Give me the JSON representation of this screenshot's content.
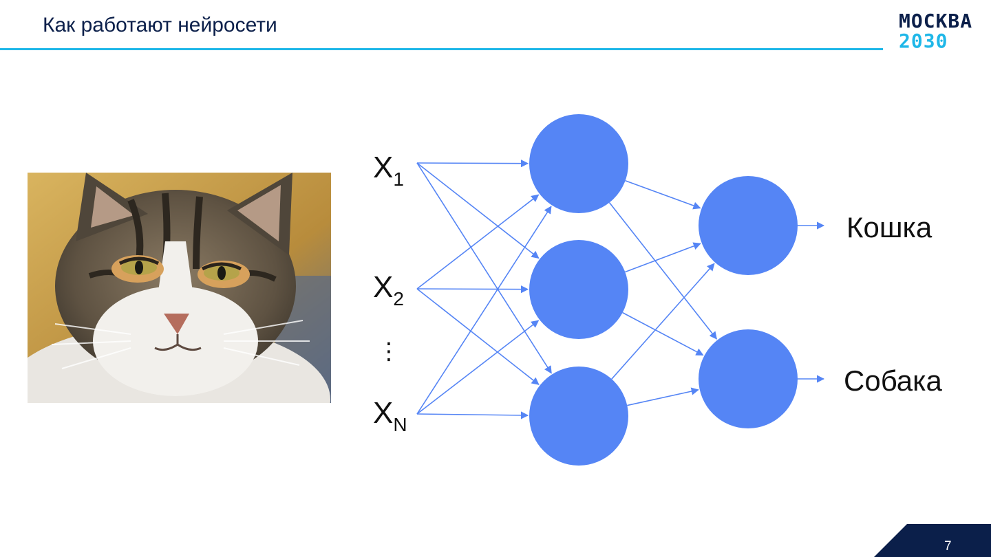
{
  "header": {
    "title": "Как работают нейросети"
  },
  "logo": {
    "line1": "МОСКВА",
    "line2": "2030"
  },
  "diagram": {
    "inputs": [
      {
        "base": "X",
        "sub": "1"
      },
      {
        "base": "X",
        "sub": "2"
      },
      {
        "base": "X",
        "sub": "N"
      }
    ],
    "ellipsis": "⋮",
    "outputs": [
      "Кошка",
      "Собака"
    ],
    "colors": {
      "node": "#5585f5",
      "edge": "#5585f5"
    }
  },
  "footer": {
    "page_number": "7",
    "corner_color": "#0b1f4a"
  },
  "colors": {
    "title": "#0b1f4a",
    "accent": "#1fb7e8"
  }
}
